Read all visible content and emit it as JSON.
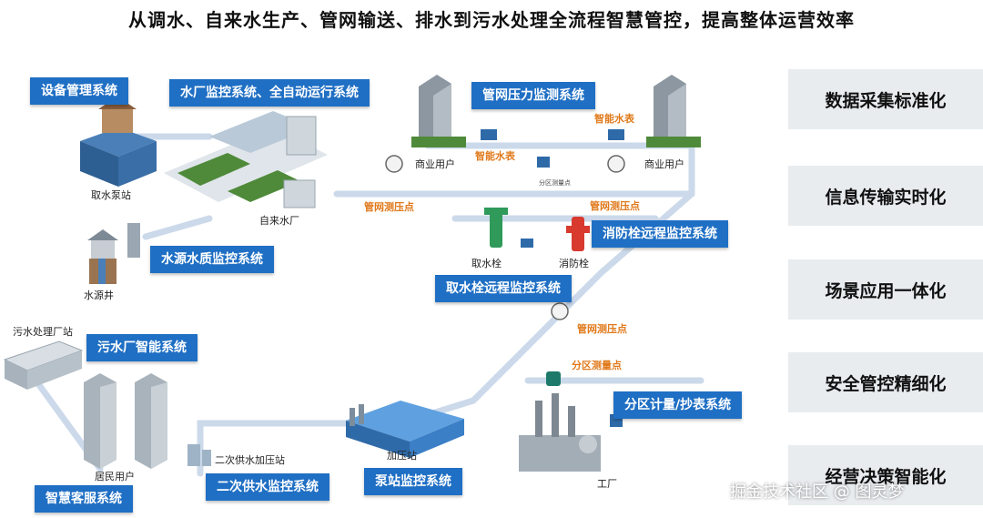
{
  "title": "从调水、自来水生产、管网输送、排水到污水处理全流程智慧管控，提高整体运营效率",
  "systems": {
    "equipment": "设备管理系统",
    "waterworks": "水厂监控系统、全自动运行系统",
    "pipe_pressure": "管网压力监测系统",
    "source_quality": "水源水质监控系统",
    "hydrant_remote": "消防栓远程监控系统",
    "intake_remote": "取水栓远程监控系统",
    "sewage_plant": "污水厂智能系统",
    "zone_metering": "分区计量/抄表系统",
    "customer_service": "智慧客服系统",
    "secondary_supply": "二次供水监控系统",
    "pump_station": "泵站监控系统"
  },
  "labels": {
    "intake_pump": "取水泵站",
    "waterworks": "自来水厂",
    "source_well": "水源井",
    "sewage_station": "污水处理厂站",
    "resident": "居民用户",
    "secondary_pump": "二次供水加压站",
    "booster": "加压站",
    "factory": "工厂",
    "commercial_1": "商业用户",
    "commercial_2": "商业用户",
    "smart_meter_1": "智能水表",
    "smart_meter_2": "智能水表",
    "intake_hydrant": "取水栓",
    "fire_hydrant": "消防栓",
    "pressure_1": "管网测压点",
    "pressure_2": "管网测压点",
    "pressure_3": "管网测压点",
    "zone_point": "分区测量点",
    "zone_point_small": "分区测量点"
  },
  "right_panel": [
    "数据采集标准化",
    "信息传输实时化",
    "场景应用一体化",
    "安全管控精细化",
    "经营决策智能化"
  ],
  "watermark": "掘金技术社区 @ 图灵梦",
  "colors": {
    "box_blue": "#1f6fc4",
    "label_orange": "#e07a1c",
    "pipe": "#c9d8ea",
    "panel_gray": "#e8ecef"
  }
}
